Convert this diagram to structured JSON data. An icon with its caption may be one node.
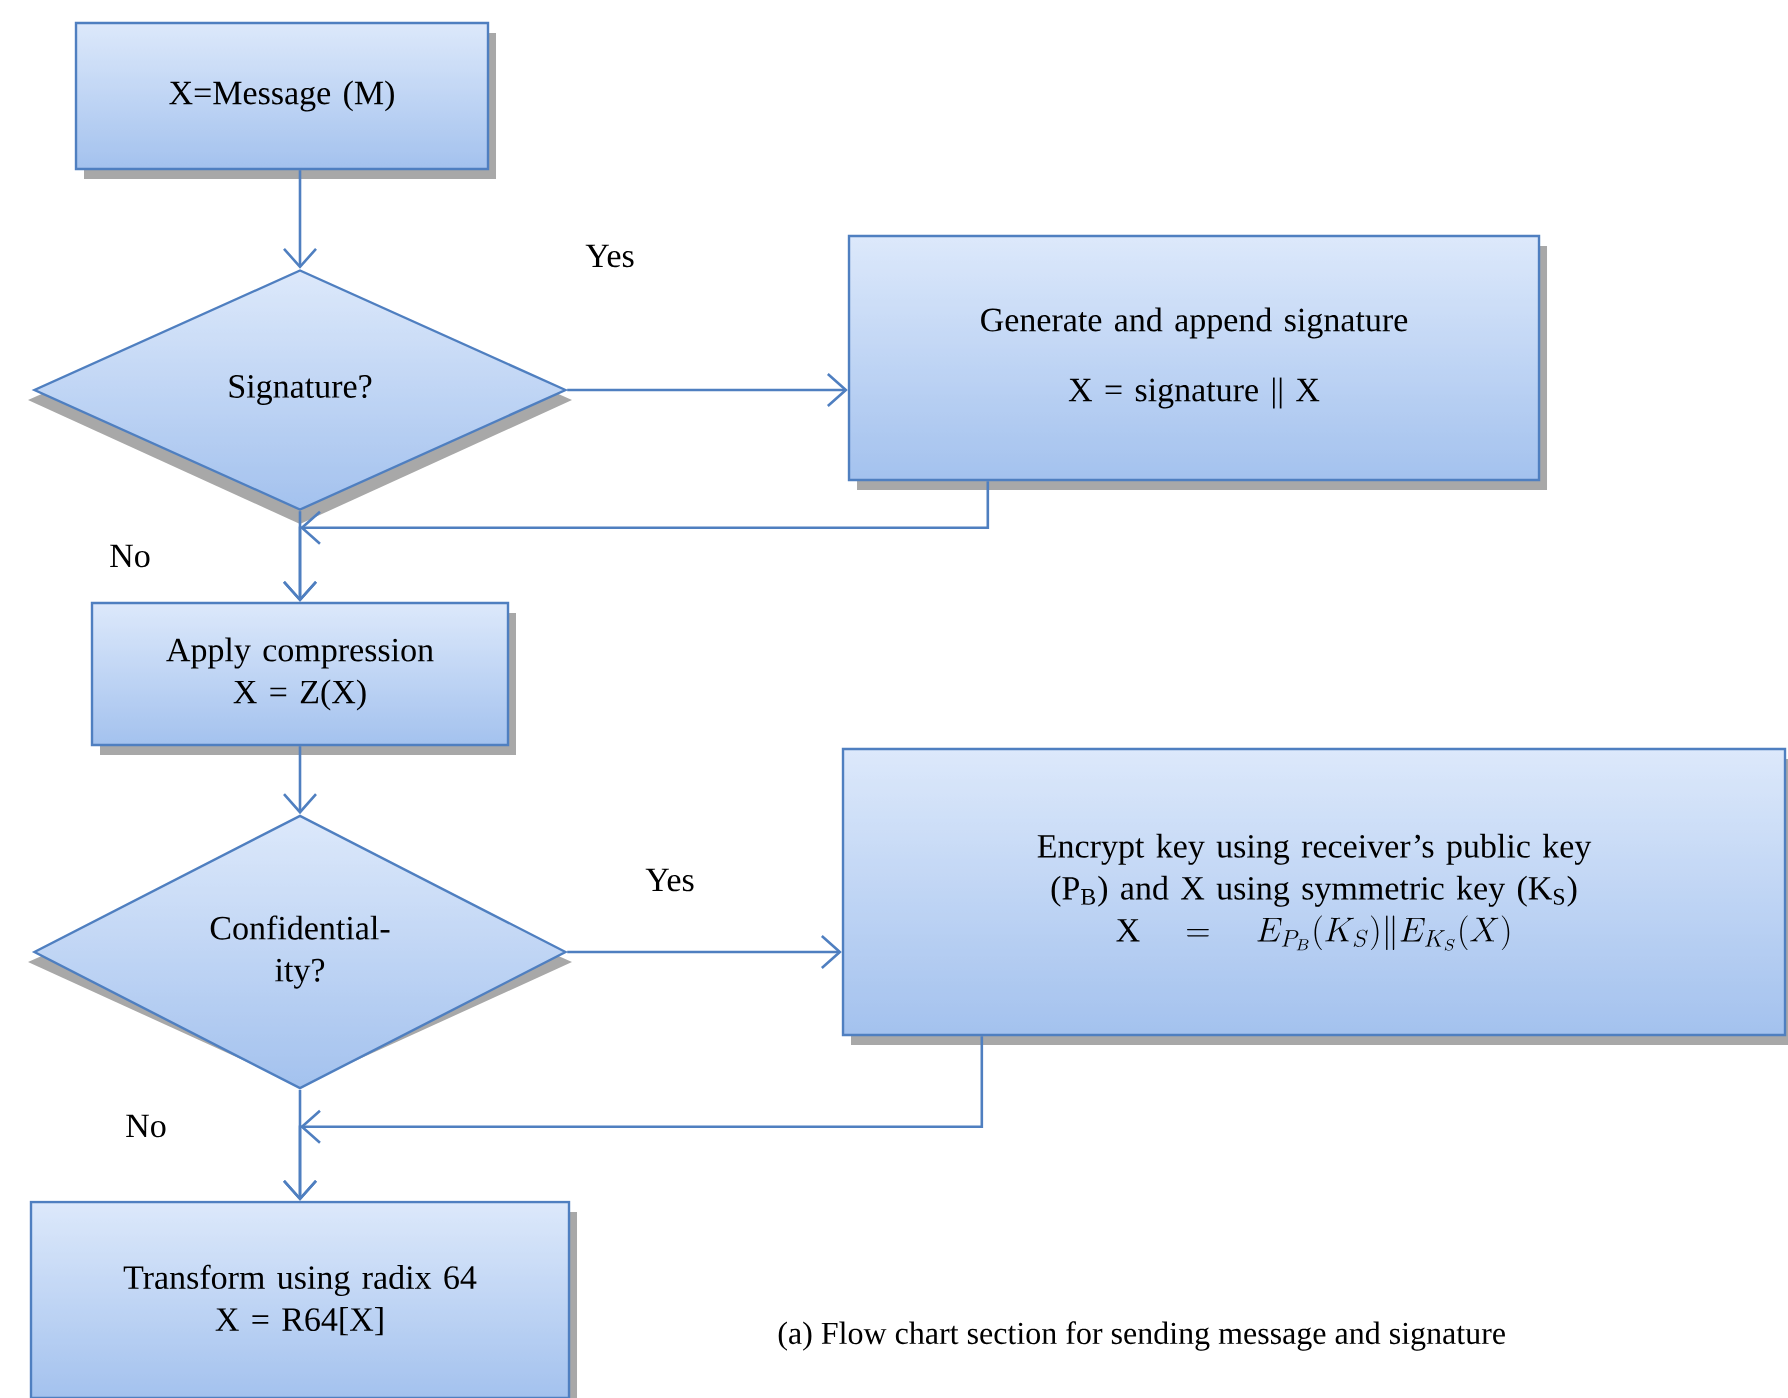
{
  "diagram": {
    "caption": "(a)    Flow chart section for sending message and signature",
    "nodes": [
      {
        "text": [
          "X=Message (M)"
        ]
      },
      {
        "text": [
          "Signature?"
        ]
      },
      {
        "text": [
          "Generate and append signature",
          "X = signature || X"
        ]
      },
      {
        "text": [
          "Apply compression",
          "X  =  Z(X)"
        ]
      },
      {
        "text": [
          "Confidential-ity?"
        ]
      },
      {
        "text": [
          "Encrypt key using receiver’s public key (P$_{B}$) and X using symmetric key (K$_{S}$)",
          "\\mathrm{X} = E_{P_{B}}(K_{S}) \\| E_{K_{S}}(X)"
        ]
      },
      {
        "text": [
          "Transform using radix 64",
          "X  =   R64[X]"
        ]
      }
    ],
    "edges": [
      {
        "from": 0,
        "to": 1,
        "arrow": "to"
      },
      {
        "from": 1,
        "to": 2,
        "arrow": "to",
        "label": "Yes"
      },
      {
        "from": 2,
        "to": 3,
        "arrow": "to"
      },
      {
        "from": 1,
        "to": 3,
        "arrow": "to",
        "label": "No"
      },
      {
        "from": 3,
        "to": 4,
        "arrow": "to"
      },
      {
        "from": 4,
        "to": 5,
        "arrow": "to",
        "label": "Yes"
      },
      {
        "from": 5,
        "to": 6,
        "arrow": "to"
      },
      {
        "from": 4,
        "to": 6,
        "arrow": "to",
        "label": "No"
      }
    ]
  }
}
